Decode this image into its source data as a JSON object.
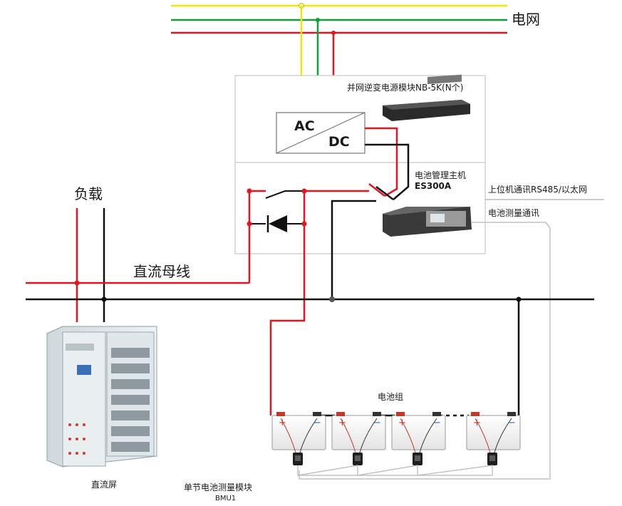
{
  "grid_label": "电网",
  "load_label": "负载",
  "dc_bus_label": "直流母线",
  "inverter": {
    "label": "并网逆变电源模块NB-5K(N个)",
    "ac": "AC",
    "dc": "DC"
  },
  "bms_host": {
    "label": "电池管理主机",
    "model": "ES300A"
  },
  "comm_upper": "上位机通讯RS485/以太网",
  "comm_battery": "电池测量通讯",
  "battery_group_label": "电池组",
  "bmu": {
    "label": "单节电池测量模块",
    "model": "BMU1"
  },
  "dc_screen_label": "直流屏",
  "battery_terminals": {
    "plus": "+",
    "minus": "−"
  },
  "colors": {
    "yellow_phase": "#f2e600",
    "green_phase": "#159a3c",
    "red_phase": "#e3161f",
    "dc_positive": "#e3161f",
    "dc_negative": "#111111",
    "comm_line": "#b8b8b8"
  }
}
